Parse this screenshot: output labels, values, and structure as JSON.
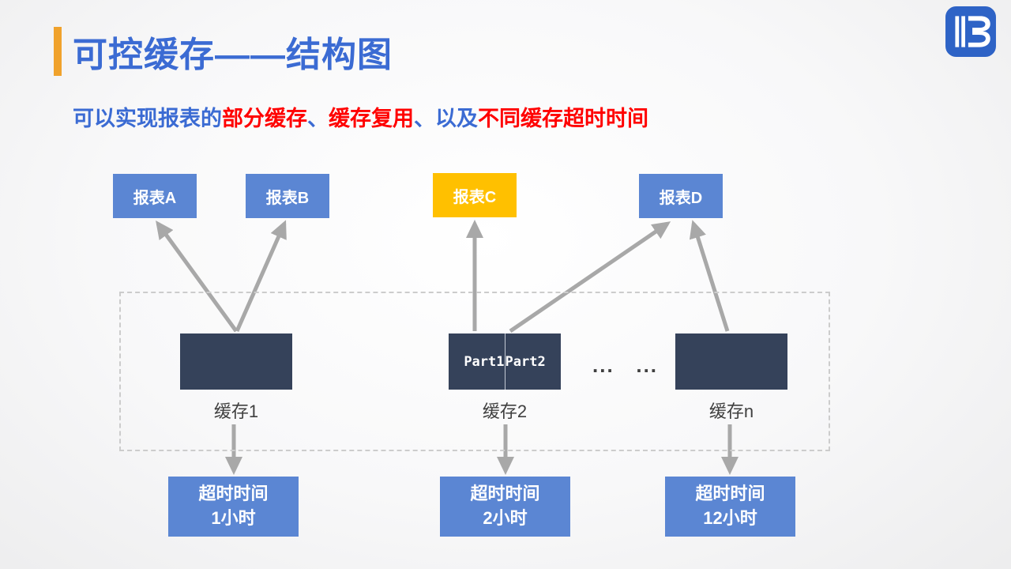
{
  "slide": {
    "title": "可控缓存——结构图",
    "subtitle": [
      {
        "text": "可以实现报表的",
        "color": "blue"
      },
      {
        "text": "部分缓存",
        "color": "red"
      },
      {
        "text": "、",
        "color": "blue"
      },
      {
        "text": "缓存复用",
        "color": "red"
      },
      {
        "text": "、以及",
        "color": "blue"
      },
      {
        "text": "不同缓存超时时间",
        "color": "red"
      }
    ]
  },
  "logo": {
    "name": "runqian-r-logo"
  },
  "diagram": {
    "reports": [
      {
        "label": "报表A",
        "color": "#5B86D3"
      },
      {
        "label": "报表B",
        "color": "#5B86D3"
      },
      {
        "label": "报表C",
        "color": "#FFC000"
      },
      {
        "label": "报表D",
        "color": "#5B86D3"
      }
    ],
    "caches": [
      {
        "label": "缓存1"
      },
      {
        "label": "缓存2",
        "part1": "Part1",
        "part2": "Part2"
      },
      {
        "label": "缓存n"
      }
    ],
    "ellipsis": "...   ...",
    "timeouts": [
      {
        "line1": "超时时间",
        "line2": "1小时"
      },
      {
        "line1": "超时时间",
        "line2": "2小时"
      },
      {
        "line1": "超时时间",
        "line2": "12小时"
      }
    ]
  },
  "colors": {
    "title_blue": "#3B6BD3",
    "highlight_red": "#FF0000",
    "box_blue": "#5B86D3",
    "box_yellow": "#FFC000",
    "cache_dark": "#35425A",
    "arrow_gray": "#A8A8A8",
    "accent_orange": "#F0A22C",
    "logo_blue": "#2E63C6",
    "dashed_border": "#CCCCCC",
    "label_gray": "#3F3F3F"
  }
}
